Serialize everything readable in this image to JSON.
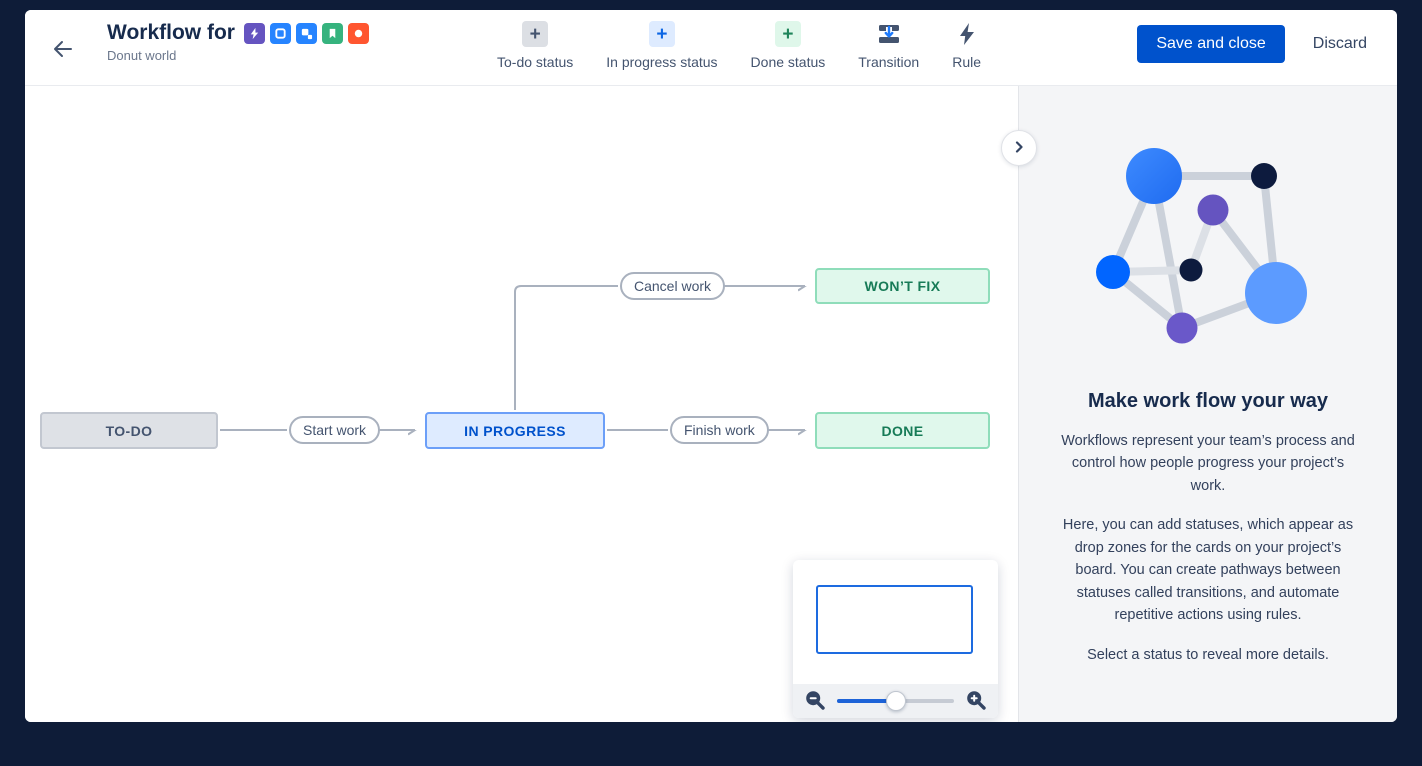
{
  "header": {
    "title": "Workflow for",
    "subtitle": "Donut world",
    "back": "back",
    "issue_types": [
      {
        "name": "epic",
        "color": "#6554C0"
      },
      {
        "name": "task",
        "color": "#2684FF"
      },
      {
        "name": "subtask",
        "color": "#2684FF"
      },
      {
        "name": "story",
        "color": "#36B37E"
      },
      {
        "name": "bug",
        "color": "#FF5630"
      }
    ],
    "save_button": "Save and close",
    "discard_button": "Discard"
  },
  "toolbar": {
    "items": [
      {
        "label": "To-do status",
        "icon": "plus-icon",
        "icon_bg": "#DCDFE4",
        "icon_color": "#44546F",
        "plus": "+"
      },
      {
        "label": "In progress status",
        "icon": "plus-icon",
        "icon_bg": "#DEEBFF",
        "icon_color": "#0C66E4",
        "plus": "+"
      },
      {
        "label": "Done status",
        "icon": "plus-icon",
        "icon_bg": "#DFF7EA",
        "icon_color": "#1F845A",
        "plus": "+"
      },
      {
        "label": "Transition",
        "icon": "transition-icon"
      },
      {
        "label": "Rule",
        "icon": "lightning-icon"
      }
    ]
  },
  "workflow": {
    "statuses": [
      {
        "label": "TO-DO",
        "category": "todo"
      },
      {
        "label": "IN PROGRESS",
        "category": "inprogress"
      },
      {
        "label": "DONE",
        "category": "done"
      },
      {
        "label": "WON’T FIX",
        "category": "done"
      }
    ],
    "transitions": [
      {
        "label": "Start work",
        "from": "TO-DO",
        "to": "IN PROGRESS"
      },
      {
        "label": "Finish work",
        "from": "IN PROGRESS",
        "to": "DONE"
      },
      {
        "label": "Cancel work",
        "from": "IN PROGRESS",
        "to": "WON’T FIX"
      }
    ]
  },
  "panel": {
    "heading": "Make work flow your way",
    "paragraphs": [
      "Workflows represent your team’s process and control how people progress your project’s work.",
      "Here, you can add statuses, which appear as drop zones for the cards on your project’s board. You can create pathways between statuses called transitions, and automate repetitive actions using rules.",
      "Select a status to reveal more details."
    ]
  },
  "minimap": {
    "zoom_level_fraction": 0.5
  },
  "colors": {
    "frame": "#0E1C38",
    "primary_button": "#0052CC",
    "todo_bg": "#DEE1E6",
    "todo_border": "#C2C7D0",
    "todo_text": "#44546F",
    "inprogress_bg": "#DEEBFF",
    "inprogress_border": "#6C9FF8",
    "inprogress_text": "#0052CC",
    "done_bg": "#E0F8EC",
    "done_border": "#8FDDBA",
    "done_text": "#177B57",
    "connector": "#A9B1BE",
    "panel_bg": "#F4F5F7",
    "heading_text": "#172B4D"
  }
}
